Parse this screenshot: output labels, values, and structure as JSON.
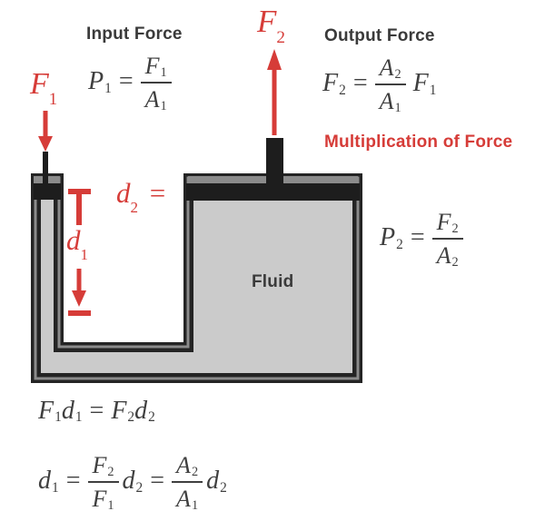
{
  "colors": {
    "accent_red": "#d63c38",
    "text_dark": "#3a3a3a",
    "math_dark": "#3f3f3f",
    "wall_dark": "#242424",
    "wall_gray": "#8b8b8b",
    "fluid_gray": "#cbcbcb",
    "piston_black": "#1d1d1d",
    "background": "#ffffff"
  },
  "labels": {
    "input_force": "Input Force",
    "output_force": "Output Force",
    "multiplication_of_force": "Multiplication of Force",
    "fluid": "Fluid"
  },
  "icons": {
    "f1_arrow": "down-arrow",
    "f2_arrow": "up-arrow",
    "d1_arrow": "down-arrow",
    "d1_start_marker": "tee-marker",
    "d1_end_marker": "dash-marker"
  },
  "annotations": {
    "f1": {
      "sym": "F",
      "sub": "1"
    },
    "f2": {
      "sym": "F",
      "sub": "2"
    },
    "d1": {
      "sym": "d",
      "sub": "1"
    },
    "d2": {
      "sym": "d",
      "sub": "2",
      "eq": "="
    }
  },
  "formulas": {
    "p1": {
      "lhs": "P",
      "lhs_sub": "1",
      "eq": "=",
      "num": "F",
      "num_sub": "1",
      "den": "A",
      "den_sub": "1"
    },
    "out": {
      "lhs": "F",
      "lhs_sub": "2",
      "eq": "=",
      "num": "A",
      "num_sub": "2",
      "den": "A",
      "den_sub": "1",
      "factor": "F",
      "factor_sub": "1"
    },
    "p2": {
      "lhs": "P",
      "lhs_sub": "2",
      "eq": "=",
      "num": "F",
      "num_sub": "2",
      "den": "A",
      "den_sub": "2"
    },
    "work": {
      "a": "F",
      "a_sub": "1",
      "b": "d",
      "b_sub": "1",
      "eq": "=",
      "c": "F",
      "c_sub": "2",
      "d": "d",
      "d_sub": "2"
    },
    "dist": {
      "lhs": "d",
      "lhs_sub": "1",
      "eq1": "=",
      "f1_num": "F",
      "f1_num_sub": "2",
      "f1_den": "F",
      "f1_den_sub": "1",
      "mid": "d",
      "mid_sub": "2",
      "eq2": "=",
      "f2_num": "A",
      "f2_num_sub": "2",
      "f2_den": "A",
      "f2_den_sub": "1",
      "end": "d",
      "end_sub": "2"
    }
  }
}
